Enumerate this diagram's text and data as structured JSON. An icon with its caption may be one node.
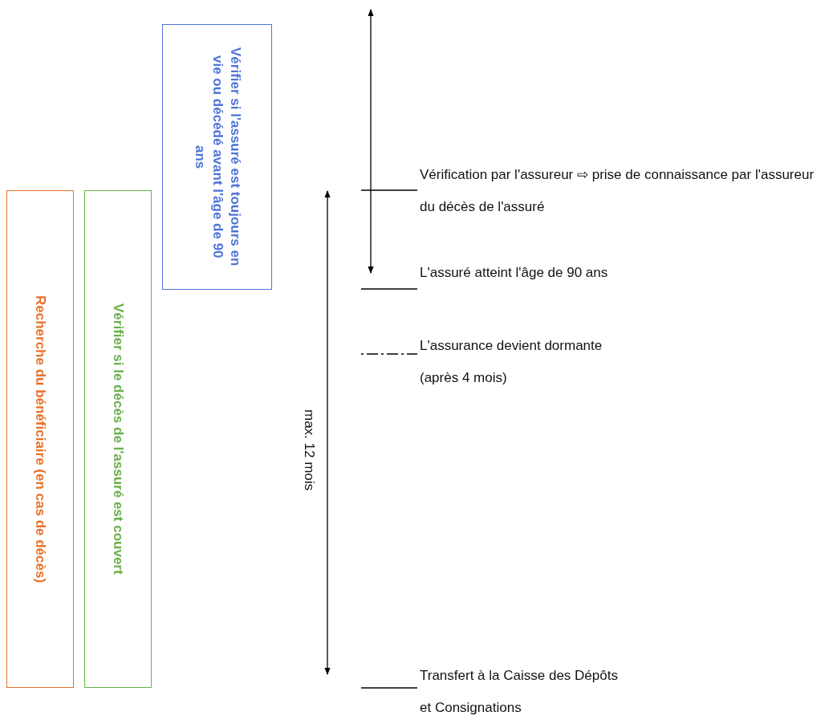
{
  "diagram": {
    "nodes": [
      {
        "text": [
          "Vérifier si l'assuré est toujours en vie ou décédé avant l'âge de 90 ans"
        ]
      },
      {
        "text": [
          "Recherche du bénéficiaire (en cas de décès)"
        ]
      },
      {
        "text": [
          "Vérifier si le décès de l'assuré est couvert"
        ]
      }
    ],
    "labels": [
      "Vérification par l'assureur ⇨ prise de connaissance par l'assureur du décès de l'assuré",
      "L'assuré atteint l'âge de 90 ans",
      "L'assurance devient dormante (après 4 mois)",
      "max. 12 mois",
      "Transfert à la Caisse des Dépôts et Consignations"
    ]
  }
}
